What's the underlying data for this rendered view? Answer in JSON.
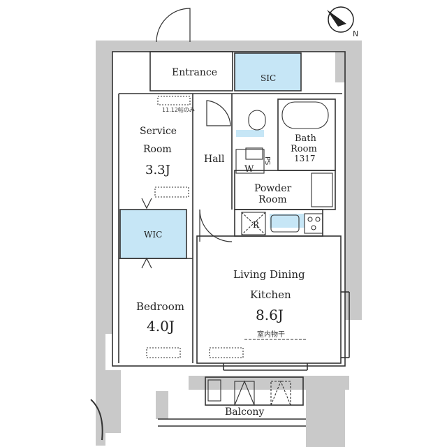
{
  "rooms": {
    "entrance": "Entrance",
    "sic": "SIC",
    "service_room_line1": "Service",
    "service_room_line2": "Room",
    "service_room_size": "3.3J",
    "hall": "Hall",
    "bath_line1": "Bath",
    "bath_line2": "Room",
    "bath_size": "1317",
    "powder_line1": "Powder",
    "powder_line2": "Room",
    "wic": "WIC",
    "ldk_line1": "Living Dining",
    "ldk_line2": "Kitchen",
    "ldk_size": "8.6J",
    "bedroom": "Bedroom",
    "bedroom_size": "4.0J",
    "balcony": "Balcony"
  },
  "fixtures": {
    "ps": "PS",
    "washer": "W",
    "fridge": "R",
    "ceiling_note": "11.12帖のみ",
    "laundry_note": "室内物干"
  },
  "compass": "N",
  "colors": {
    "wall": "#c9c9c9",
    "storage": "#c6e6f6",
    "line": "#333333"
  }
}
